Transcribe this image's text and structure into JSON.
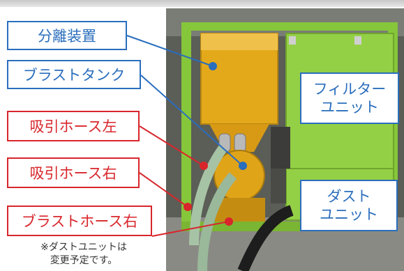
{
  "labels": {
    "separator": "分離装置",
    "blast_tank": "ブラストタンク",
    "suction_hose_left": "吸引ホース左",
    "suction_hose_right": "吸引ホース右",
    "blast_hose_right": "ブラストホース右",
    "filter_unit": "フィルター\nユニット",
    "dust_unit": "ダスト\nユニット"
  },
  "note": "※ダストユニットは\n変更予定です。",
  "colors": {
    "blue_label": "#2a6ebd",
    "red_label": "#d8262b",
    "frame_green": "#86c63a",
    "tank_yellow": "#e4a91b"
  }
}
